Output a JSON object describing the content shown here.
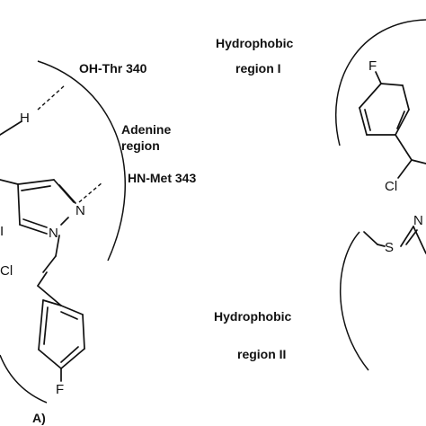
{
  "labels": {
    "oh_thr": "OH-Thr 340",
    "adenine_1": "Adenine",
    "adenine_2": "region",
    "hn_met": "HN-Met 343",
    "hydro1_1": "Hydrophobic",
    "hydro1_2": "region I",
    "hydro2_1": "Hydrophobic",
    "hydro2_2": "region II",
    "panel": "A)"
  },
  "atoms": {
    "h": "H",
    "n_ring": "N",
    "n_sub": "N",
    "cl_left": "Cl",
    "f_bottom": "F",
    "f_top_right": "F",
    "cl_right": "Cl",
    "s_right": "S",
    "n_right": "N",
    "cl_partial": "I"
  }
}
